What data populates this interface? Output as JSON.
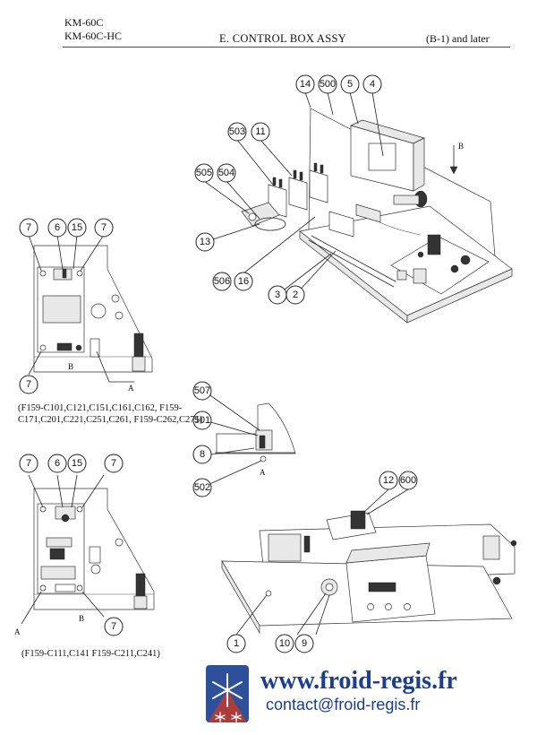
{
  "header": {
    "model_line1": "KM-60C",
    "model_line2": "KM-60C-HC",
    "title": "E. CONTROL BOX ASSY",
    "revision": "(B-1) and later"
  },
  "callouts": {
    "c14": "14",
    "c500": "500",
    "c5": "5",
    "c4": "4",
    "c503": "503",
    "c11": "11",
    "c505": "505",
    "c504": "504",
    "c13": "13",
    "c506": "506",
    "c16": "16",
    "c3": "3",
    "c2": "2",
    "a_7a": "7",
    "a_6": "6",
    "a_15": "15",
    "a_7b": "7",
    "a_7c": "7",
    "c507": "507",
    "c501": "501",
    "c8": "8",
    "c502": "502",
    "b_7a": "7",
    "b_6": "6",
    "b_15": "15",
    "b_7b": "7",
    "b_7c": "7",
    "c12": "12",
    "c600": "600",
    "c1": "1",
    "c10": "10",
    "c9": "9"
  },
  "labels": {
    "arrow_b": "B",
    "board1_b": "B",
    "board1_a": "A",
    "detail_a": "A",
    "board2_a": "A",
    "board2_b": "B"
  },
  "notes": {
    "board1_parts": "(F159-C101,C121,C151,C161,C162, F159-C171,C201,C221,C251,C261, F159-C262,C271)",
    "board2_parts": "(F159-C111,C141 F159-C211,C241)"
  },
  "footer": {
    "website": "www.froid-regis.fr",
    "email": "contact@froid-regis.fr"
  },
  "colors": {
    "brand_blue": "#1b3f8f",
    "logo_blue": "#2e4f9a",
    "logo_red": "#c0392b"
  }
}
